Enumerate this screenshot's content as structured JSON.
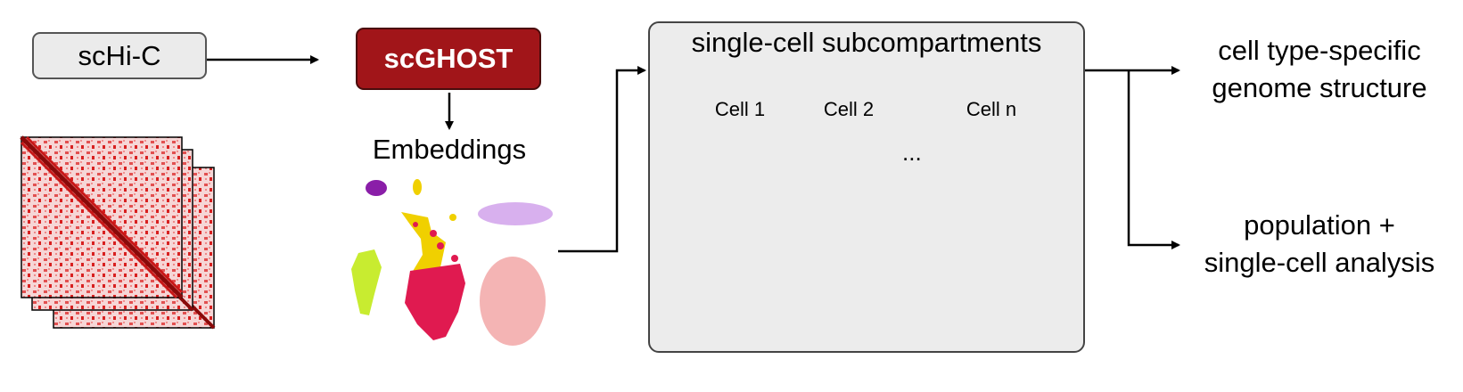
{
  "input": {
    "label": "scHi-C"
  },
  "model": {
    "label": "scGHOST"
  },
  "embeddings": {
    "label": "Embeddings"
  },
  "panel": {
    "title": "single-cell subcompartments",
    "cells": [
      "Cell 1",
      "Cell 2",
      "Cell n"
    ],
    "ellipsis": "..."
  },
  "outputs": [
    {
      "line1": "cell type-specific",
      "line2": "genome structure"
    },
    {
      "line1": "population +",
      "line2": "single-cell analysis"
    }
  ],
  "colors": {
    "scghost_fill": "#a11519",
    "heatmap_red": "#d0101a",
    "cluster_purple": "#8a1ea8",
    "cluster_yellow": "#f0d000",
    "cluster_lavender": "#d8b0ee",
    "cluster_lime": "#c8ec30",
    "cluster_crimson": "#e01a50",
    "cluster_pink": "#f4b4b4",
    "subcomp_darkgreen": "#0a6638",
    "subcomp_mint": "#7de8b4",
    "subcomp_gray": "#7a7a7a",
    "subcomp_orange": "#f08a1e",
    "subcomp_maroon": "#8a1050"
  }
}
